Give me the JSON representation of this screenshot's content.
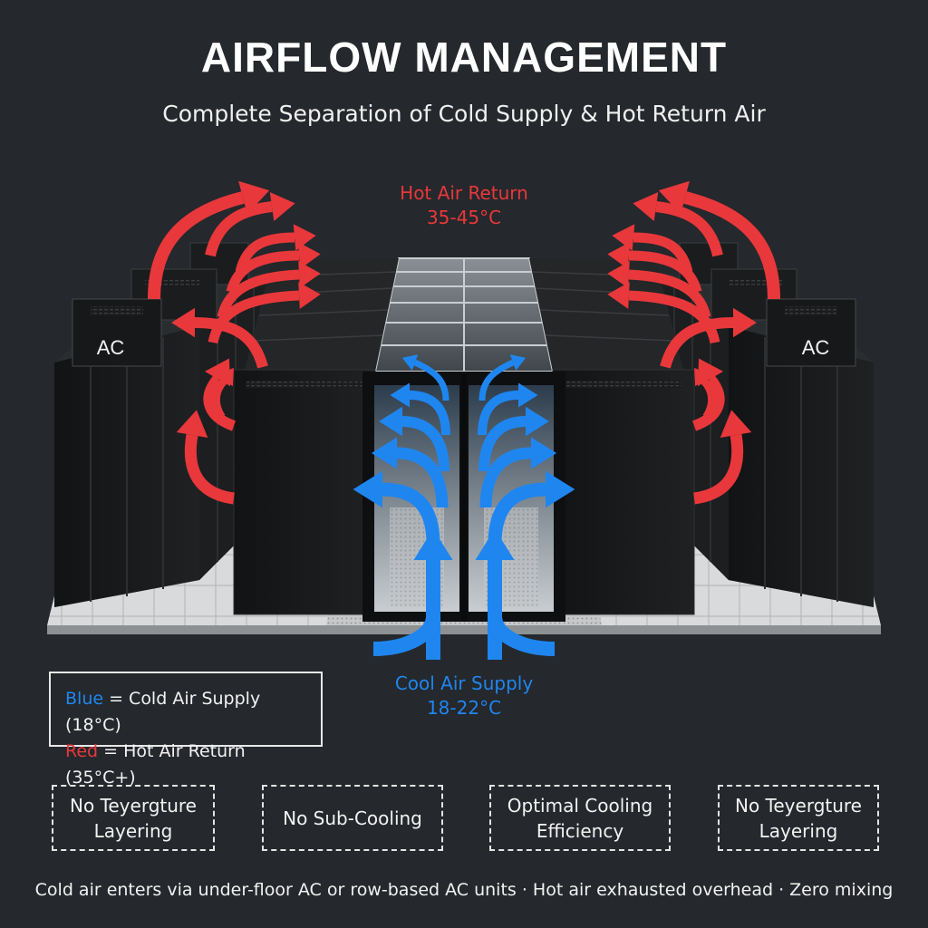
{
  "title": "AIRFLOW MANAGEMENT",
  "subtitle": "Complete Separation of Cold Supply & Hot Return Air",
  "colors": {
    "hot": "#e8383b",
    "cold": "#1f86f0",
    "rack": "#161718",
    "floor": "#dcdcdc"
  },
  "diagram": {
    "hot_label": "Hot Air Return",
    "hot_temp": "35-45°C",
    "cool_label": "Cool Air Supply",
    "cool_temp": "18-22°C",
    "ac_left": "AC",
    "ac_right": "AC"
  },
  "legend": {
    "blue_word": "Blue",
    "blue_text": " = Cold Air Supply (18°C)",
    "red_word": "Red",
    "red_text": " = Hot Air Return (35°C+)"
  },
  "features": [
    {
      "line1": "No Teyergture",
      "line2": "Layering"
    },
    {
      "line1": "No Sub-Cooling",
      "line2": ""
    },
    {
      "line1": "Optimal Cooling",
      "line2": "Efficiency"
    },
    {
      "line1": "No Teyergture",
      "line2": "Layering"
    }
  ],
  "footer": "Cold air enters via under-floor AC or row-based AC units · Hot air exhausted overhead · Zero mixing"
}
